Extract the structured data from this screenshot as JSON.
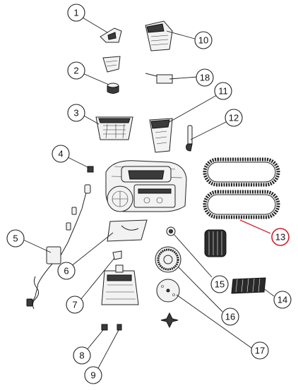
{
  "callouts": [
    {
      "id": "1",
      "label": "1"
    },
    {
      "id": "2",
      "label": "2"
    },
    {
      "id": "3",
      "label": "3"
    },
    {
      "id": "4",
      "label": "4"
    },
    {
      "id": "5",
      "label": "5"
    },
    {
      "id": "6",
      "label": "6"
    },
    {
      "id": "7",
      "label": "7"
    },
    {
      "id": "8",
      "label": "8"
    },
    {
      "id": "9",
      "label": "9"
    },
    {
      "id": "10",
      "label": "10"
    },
    {
      "id": "11",
      "label": "11"
    },
    {
      "id": "12",
      "label": "12"
    },
    {
      "id": "13",
      "label": "13",
      "highlighted": true
    },
    {
      "id": "14",
      "label": "14"
    },
    {
      "id": "15",
      "label": "15"
    },
    {
      "id": "16",
      "label": "16"
    },
    {
      "id": "17",
      "label": "17"
    },
    {
      "id": "18",
      "label": "18"
    }
  ],
  "colors": {
    "highlight": "#d21f2b",
    "line": "#222222",
    "background": "#ffffff"
  }
}
